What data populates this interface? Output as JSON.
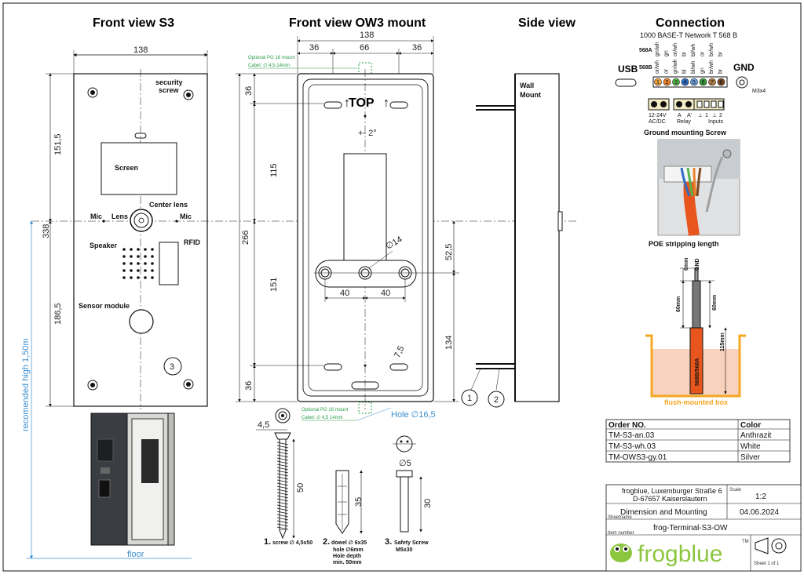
{
  "titles": {
    "front_s3": "Front view S3",
    "front_ow3": "Front view OW3 mount",
    "side": "Side view",
    "connection": "Connection"
  },
  "front_s3": {
    "dim_width": "138",
    "dim_upper": "151,5",
    "dim_lower": "186,5",
    "dim_total": "338",
    "security_screw": [
      "security",
      "screw"
    ],
    "screen": "Screen",
    "center_lens": "Center lens",
    "lens": "Lens",
    "mic_left": "Mic",
    "mic_right": "Mic",
    "speaker": "Speaker",
    "rfid": "RFID",
    "sensor_module": "Sensor module",
    "callout": "3",
    "recommended_height": "recomended high 1,50m",
    "floor": "floor"
  },
  "ow3": {
    "dim_total_width": "138",
    "dim_left": "36",
    "dim_mid": "66",
    "dim_right": "36",
    "dim_top_36": "36",
    "dim_115": "115",
    "dim_266": "266",
    "dim_151": "151",
    "dim_bottom_36": "36",
    "dim_52_5": "52,5",
    "dim_134": "134",
    "dim_hole14": "∅14",
    "dim_40_left": "40",
    "dim_40_right": "40",
    "dim_7_5": "7,5",
    "angle": "+- 2°",
    "top_label": "TOP",
    "pg_top": [
      "Optional PG 16 mount",
      "Cabel: ∅ 4,5-14mm"
    ],
    "pg_bottom": [
      "Optional PG 16 mount",
      "Cabel: ∅ 4,5 14mm"
    ],
    "hole_dim": "Hole ∅16,5"
  },
  "side": {
    "wall_mount": [
      "Wall",
      "Mount"
    ],
    "callout_1": "1",
    "callout_2": "2"
  },
  "connection": {
    "subtitle": "1000 BASE-T Network T 568 B",
    "row_568a_label": "568A",
    "row_568b_label": "568B",
    "wires_568a": [
      "gn/wh",
      "gn",
      "or/wh",
      "bl",
      "bl/wh",
      "or",
      "br/wh",
      "br"
    ],
    "wires_568b": [
      "or/wh",
      "or",
      "gn/wh",
      "bl",
      "bl/wh",
      "gn",
      "br/wh",
      "br"
    ],
    "pin_numbers": [
      "1",
      "2",
      "3",
      "4",
      "5",
      "6",
      "7",
      "8"
    ],
    "pin_colors": [
      "#f2a33a",
      "#e8842b",
      "#56b548",
      "#2f6bc2",
      "#6aa2e0",
      "#3a9c3a",
      "#b07a47",
      "#7a4a22"
    ],
    "usb": "USB",
    "gnd": "GND",
    "m3": "M3x4",
    "power_label": [
      "12-24V",
      "AC/DC"
    ],
    "relay_label": "Relay",
    "relay_terms": [
      "A",
      "A'"
    ],
    "inputs_label": "Inputs",
    "input_terms": [
      "⊥",
      "1",
      "⊥",
      "2"
    ],
    "ground_screw_title": "Ground mounting Screw",
    "poe_title": "POE stripping length",
    "dim_6mm": "6mm",
    "gnd_vertical": "GND",
    "dim_60mm_left": "60mm",
    "dim_60mm_right": "60mm",
    "dim_115mm": "115mm",
    "cable_label": "568B/568A",
    "box_label": "flush-mounted box"
  },
  "hardware": {
    "screw_dim_4_5": "4,5",
    "screw_len_50": "50",
    "dowel_len_35": "35",
    "safety_len_30": "30",
    "safety_dim_5": "∅5",
    "item1_num": "1.",
    "item1_text": "screw ∅ 4,5x50",
    "item2_num": "2.",
    "item2_text": [
      "dowel ∅ 6x35",
      "hole ∅6mm",
      "Hole depth",
      "min. 50mm"
    ],
    "item3_num": "3.",
    "item3_text": [
      "Safety Screw",
      "M5x30"
    ]
  },
  "order_table": {
    "headers": [
      "Order NO.",
      "Color"
    ],
    "rows": [
      [
        "TM-S3-an.03",
        "Anthrazit"
      ],
      [
        "TM-S3-wh.03",
        "White"
      ],
      [
        "TM-OWS3-gy.01",
        "Silver"
      ]
    ]
  },
  "title_block": {
    "address": [
      "frogblue, Luxemburger Straße 6",
      "D-67657 Kaiserslautern"
    ],
    "scale_label": "Scale",
    "scale_value": "1:2",
    "drawing_title": "Dimension and Mounting",
    "date": "04.06.2024",
    "sheetname_label": "Sheetname",
    "item_name": "frog-Terminal-S3-OW",
    "item_number_label": "Item number",
    "logo": "frogblue",
    "tm": "TM",
    "sheet": "Sheet 1 of 1"
  },
  "colors": {
    "line": "#111111",
    "dim_blue": "#3b8fd0",
    "pg_green": "#2a9d4a",
    "logo_green": "#8cc63f",
    "box_orange": "#f5a623",
    "cable_orange": "#e8561e",
    "plaster": "#f8d2bd"
  }
}
